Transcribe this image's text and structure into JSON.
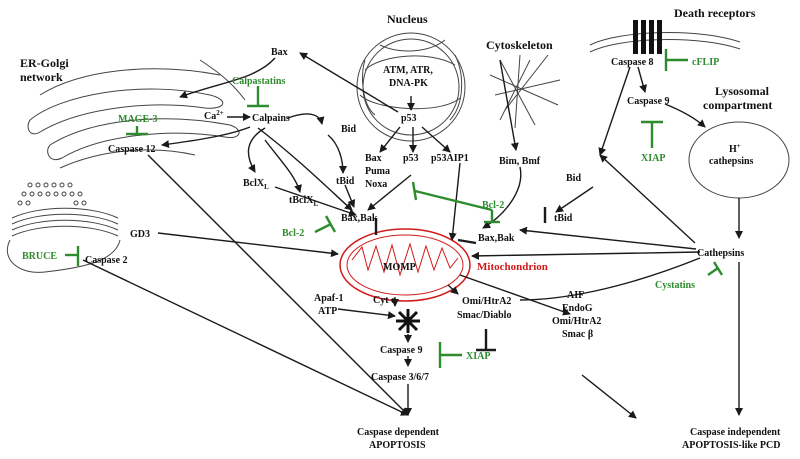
{
  "compartments": {
    "nucleus": "Nucleus",
    "cytoskeleton": "Cytoskeleton",
    "death_receptors": "Death receptors",
    "er_golgi_line1": "ER-Golgi",
    "er_golgi_line2": "network",
    "lysosomal_line1": "Lysosomal",
    "lysosomal_line2": "compartment",
    "mitochondrion": "Mitochondrion"
  },
  "nodes": {
    "bax_top": "Bax",
    "atm_line1": "ATM, ATR,",
    "atm_line2": "DNA-PK",
    "p53_top": "p53",
    "ca2_base": "Ca",
    "ca2_sup": "2+",
    "calpains": "Calpains",
    "bid_left": "Bid",
    "caspase12": "Caspase 12",
    "bclxl_base": "BclX",
    "bclxl_sub": "L",
    "tbid_mid": "tBid",
    "tbclxl_base": "tBclX",
    "tbclxl_sub": "L",
    "bax_list": "Bax",
    "puma": "Puma",
    "noxa": "Noxa",
    "p53_mid": "p53",
    "p53aip1": "p53AIP1",
    "bim_bmf": "Bim, Bmf",
    "caspase8": "Caspase 8",
    "caspase9_top": "Caspase 9",
    "h_base": "H",
    "h_sup": "+",
    "cathepsins_lyso": "cathepsins",
    "bid_right": "Bid",
    "tbid_right": "tBid",
    "baxbak_left": "Bax,Bak",
    "baxbak_right": "Bax,Bak",
    "gd3": "GD3",
    "caspase2": "Caspase 2",
    "momp": "MOMP",
    "cathepsins": "Cathepsins",
    "apaf1": "Apaf-1",
    "atp": "ATP",
    "cytc": "Cyt c",
    "omi_htra2_mid": "Omi/HtrA2",
    "smac_diablo": "Smac/Diablo",
    "aif": "AIF",
    "endog": "EndoG",
    "omi_htra2_right": "Omi/HtrA2",
    "smac_beta": "Smac β",
    "caspase9_bottom": "Caspase 9",
    "caspase367": "Caspase 3/6/7",
    "casp_dep_line1": "Caspase dependent",
    "casp_dep_line2": "APOPTOSIS",
    "casp_indep_line1": "Caspase independent",
    "casp_indep_line2": "APOPTOSIS-like PCD"
  },
  "inhibitors": {
    "mage3": "MAGE-3",
    "calpastatins": "Calpastatins",
    "bruce": "BRUCE",
    "bcl2_left": "Bcl-2",
    "bcl2_mid": "Bcl-2",
    "cflip": "cFLIP",
    "xiap_top": "XIAP",
    "xiap_bottom": "XIAP",
    "cystatins": "Cystatins"
  },
  "colors": {
    "inhibitor": "#2e8b2e",
    "mitochondrion": "#d11a1a",
    "line": "#1a1a1a"
  }
}
